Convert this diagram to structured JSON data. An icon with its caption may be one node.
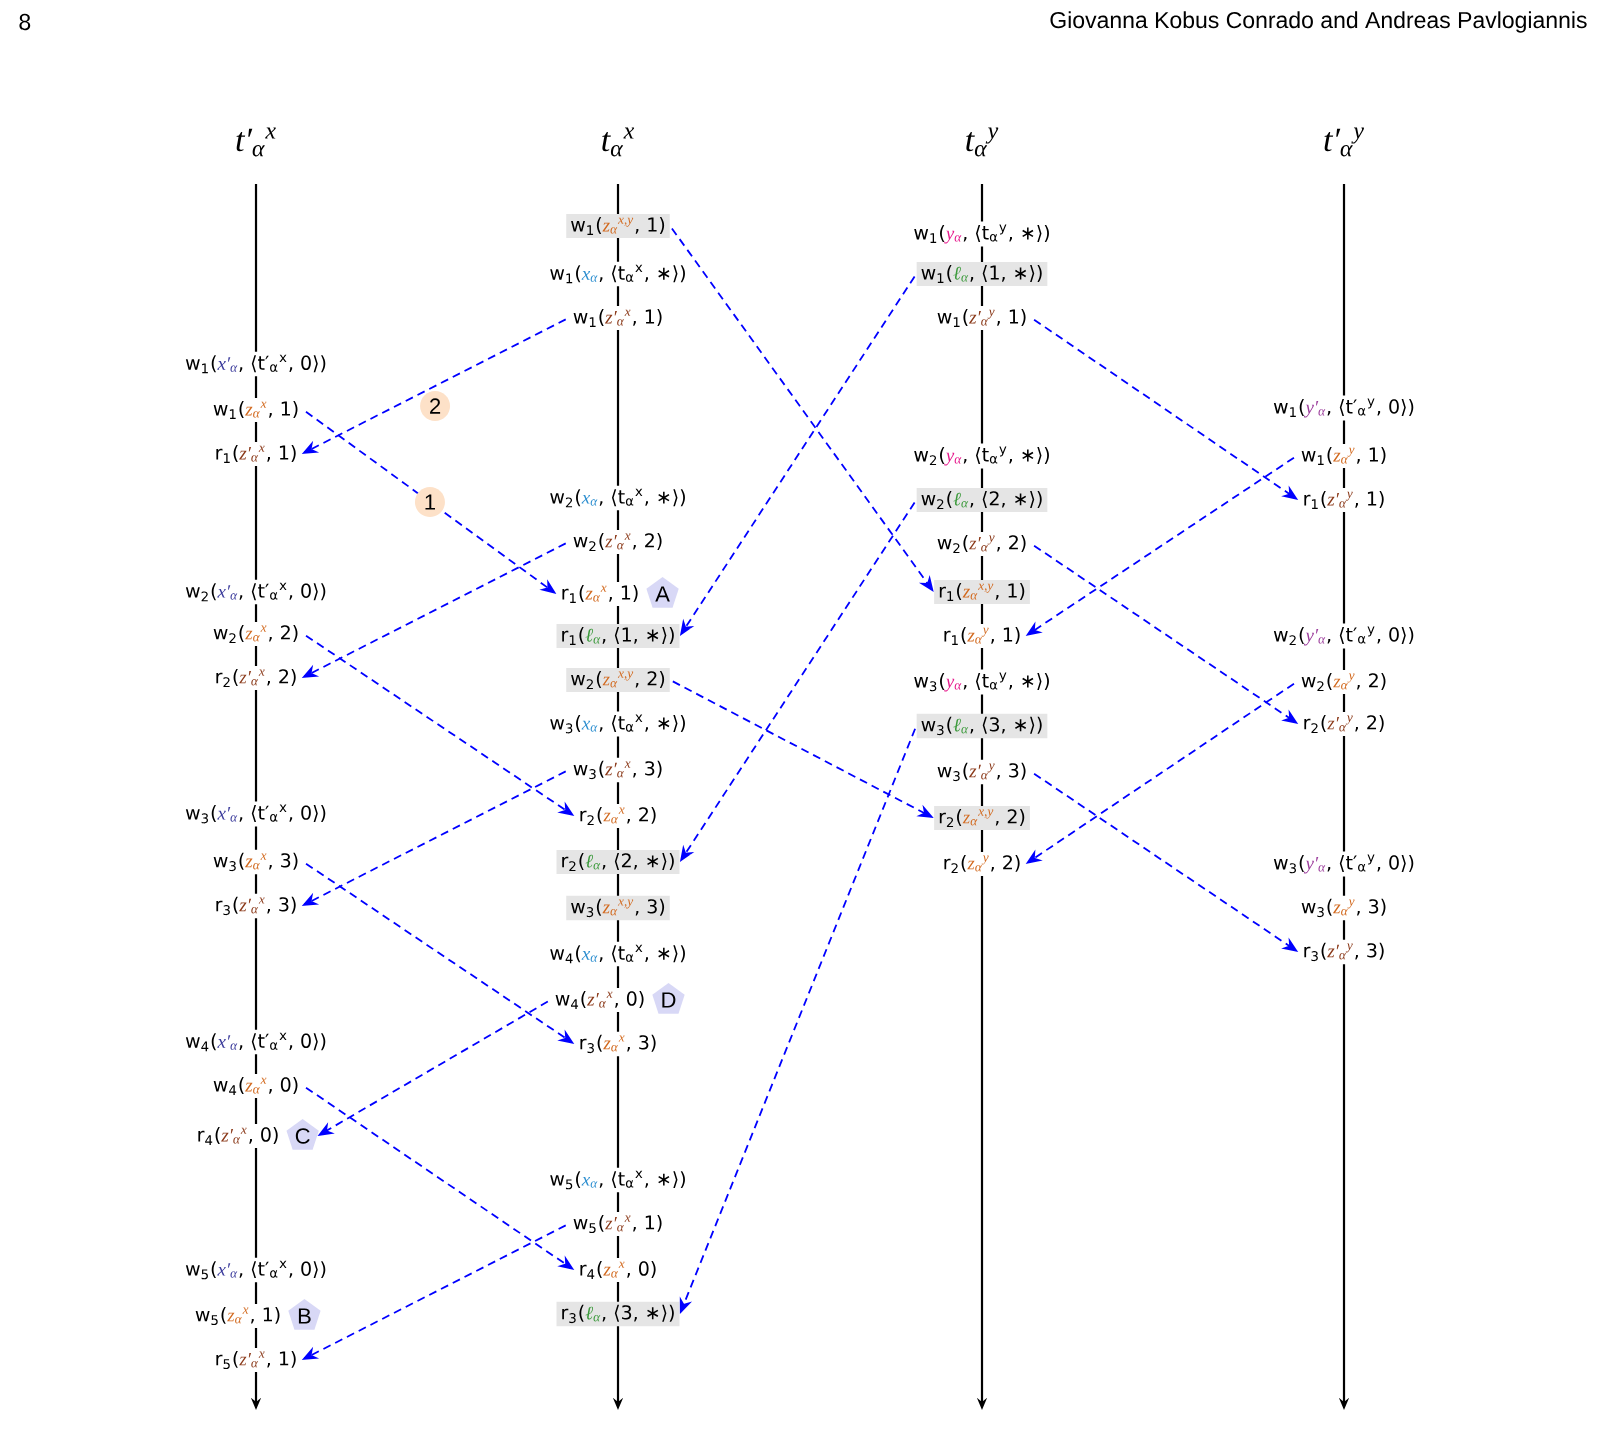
{
  "diagram": {
    "nodes": [
      {
        "text": [
          "w$_{1}$(x′$_{α}$, ⟨t′$_{α}$$^{x}$, 0⟩)"
        ]
      },
      {
        "text": [
          "w$_{1}$(z$_{α}$$^{x}$, 1)"
        ]
      },
      {
        "text": [
          "r$_{1}$(z′$_{α}$$^{x}$, 1)"
        ]
      },
      {
        "text": [
          "w$_{2}$(x′$_{α}$, ⟨t′$_{α}$$^{x}$, 0⟩)"
        ]
      },
      {
        "text": [
          "w$_{2}$(z$_{α}$$^{x}$, 2)"
        ]
      },
      {
        "text": [
          "r$_{2}$(z′$_{α}$$^{x}$, 2)"
        ]
      },
      {
        "text": [
          "w$_{3}$(x′$_{α}$, ⟨t′$_{α}$$^{x}$, 0⟩)"
        ]
      },
      {
        "text": [
          "w$_{3}$(z$_{α}$$^{x}$, 3)"
        ]
      },
      {
        "text": [
          "r$_{3}$(z′$_{α}$$^{x}$, 3)"
        ]
      },
      {
        "text": [
          "w$_{4}$(x′$_{α}$, ⟨t′$_{α}$$^{x}$, 0⟩)"
        ]
      },
      {
        "text": [
          "w$_{4}$(z$_{α}$$^{x}$, 0)"
        ]
      },
      {
        "text": [
          "r$_{4}$(z′$_{α}$$^{x}$, 0)"
        ],
        "beside": [
          "C"
        ]
      },
      {
        "text": [
          "w$_{5}$(x′$_{α}$, ⟨t′$_{α}$$^{x}$, 0⟩)"
        ]
      },
      {
        "text": [
          "w$_{5}$(z$_{α}$$^{x}$, 1)"
        ],
        "beside": [
          "B"
        ]
      },
      {
        "text": [
          "r$_{5}$(z′$_{α}$$^{x}$, 1)"
        ]
      },
      {
        "text": [
          "w$_{1}$(z$_{α}$$^{x,y}$, 1)"
        ]
      },
      {
        "text": [
          "w$_{1}$(x$_{α}$, ⟨t$_{α}$$^{x}$, ∗⟩)"
        ]
      },
      {
        "text": [
          "w$_{1}$(z′$_{α}$$^{x}$, 1)"
        ]
      },
      {
        "text": [
          "w$_{2}$(x$_{α}$, ⟨t$_{α}$$^{x}$, ∗⟩)"
        ]
      },
      {
        "text": [
          "w$_{2}$(z′$_{α}$$^{x}$, 2)"
        ]
      },
      {
        "text": [
          "r$_{1}$(z$_{α}$$^{x}$, 1)"
        ],
        "beside": [
          "A"
        ]
      },
      {
        "text": [
          "r$_{1}$(ℓ$_{α}$, ⟨1, ∗⟩)"
        ]
      },
      {
        "text": [
          "w$_{2}$(z$_{α}$$^{x,y}$, 2)"
        ]
      },
      {
        "text": [
          "w$_{3}$(x$_{α}$, ⟨t$_{α}$$^{x}$, ∗⟩)"
        ]
      },
      {
        "text": [
          "w$_{3}$(z′$_{α}$$^{x}$, 3)"
        ]
      },
      {
        "text": [
          "r$_{2}$(z$_{α}$$^{x}$, 2)"
        ]
      },
      {
        "text": [
          "r$_{2}$(ℓ$_{α}$, ⟨2, ∗⟩)"
        ]
      },
      {
        "text": [
          "w$_{3}$(z$_{α}$$^{x,y}$, 3)"
        ]
      },
      {
        "text": [
          "w$_{4}$(x$_{α}$, ⟨t$_{α}$$^{x}$, ∗⟩)"
        ]
      },
      {
        "text": [
          "w$_{4}$(z′$_{α}$$^{x}$, 0)"
        ],
        "beside": [
          "D"
        ]
      },
      {
        "text": [
          "r$_{3}$(z$_{α}$$^{x}$, 3)"
        ]
      },
      {
        "text": [
          "w$_{5}$(x$_{α}$, ⟨t$_{α}$$^{x}$, ∗⟩)"
        ]
      },
      {
        "text": [
          "w$_{5}$(z′$_{α}$$^{x}$, 1)"
        ]
      },
      {
        "text": [
          "r$_{4}$(z$_{α}$$^{x}$, 0)"
        ]
      },
      {
        "text": [
          "r$_{3}$(ℓ$_{α}$, ⟨3, ∗⟩)"
        ]
      },
      {
        "text": [
          "w$_{1}$(y$_{α}$, ⟨t$_{α}$$^{y}$, ∗⟩)"
        ]
      },
      {
        "text": [
          "w$_{1}$(ℓ$_{α}$, ⟨1, ∗⟩)"
        ]
      },
      {
        "text": [
          "w$_{1}$(z′$_{α}$$^{y}$, 1)"
        ]
      },
      {
        "text": [
          "w$_{2}$(y$_{α}$, ⟨t$_{α}$$^{y}$, ∗⟩)"
        ]
      },
      {
        "text": [
          "w$_{2}$(ℓ$_{α}$, ⟨2, ∗⟩)"
        ]
      },
      {
        "text": [
          "w$_{2}$(z′$_{α}$$^{y}$, 2)"
        ]
      },
      {
        "text": [
          "r$_{1}$(z$_{α}$$^{x,y}$, 1)"
        ]
      },
      {
        "text": [
          "r$_{1}$(z$_{α}$$^{y}$, 1)"
        ]
      },
      {
        "text": [
          "w$_{3}$(y$_{α}$, ⟨t$_{α}$$^{y}$, ∗⟩)"
        ]
      },
      {
        "text": [
          "w$_{3}$(ℓ$_{α}$, ⟨3, ∗⟩)"
        ]
      },
      {
        "text": [
          "w$_{3}$(z′$_{α}$$^{y}$, 3)"
        ]
      },
      {
        "text": [
          "r$_{2}$(z$_{α}$$^{x,y}$, 2)"
        ]
      },
      {
        "text": [
          "r$_{2}$(z$_{α}$$^{y}$, 2)"
        ]
      },
      {
        "text": [
          "w$_{1}$(y′$_{α}$, ⟨t′$_{α}$$^{y}$, 0⟩)"
        ]
      },
      {
        "text": [
          "w$_{1}$(z$_{α}$$^{y}$, 1)"
        ]
      },
      {
        "text": [
          "r$_{1}$(z′$_{α}$$^{y}$, 1)"
        ]
      },
      {
        "text": [
          "w$_{2}$(y′$_{α}$, ⟨t′$_{α}$$^{y}$, 0⟩)"
        ]
      },
      {
        "text": [
          "w$_{2}$(z$_{α}$$^{y}$, 2)"
        ]
      },
      {
        "text": [
          "r$_{2}$(z′$_{α}$$^{y}$, 2)"
        ]
      },
      {
        "text": [
          "w$_{3}$(y′$_{α}$, ⟨t′$_{α}$$^{y}$, 0⟩)"
        ]
      },
      {
        "text": [
          "w$_{3}$(z$_{α}$$^{y}$, 3)"
        ]
      },
      {
        "text": [
          "r$_{3}$(z′$_{α}$$^{y}$, 3)"
        ]
      }
    ],
    "edges": [
      {
        "from": 1,
        "to": 20,
        "arrow": "to",
        "style": "dashed",
        "label": "1"
      },
      {
        "from": 17,
        "to": 2,
        "arrow": "to",
        "style": "dashed",
        "label": "2"
      },
      {
        "from": 4,
        "to": 25,
        "arrow": "to",
        "style": "dashed"
      },
      {
        "from": 19,
        "to": 5,
        "arrow": "to",
        "style": "dashed"
      },
      {
        "from": 7,
        "to": 30,
        "arrow": "to",
        "style": "dashed"
      },
      {
        "from": 24,
        "to": 8,
        "arrow": "to",
        "style": "dashed"
      },
      {
        "from": 10,
        "to": 33,
        "arrow": "to",
        "style": "dashed"
      },
      {
        "from": 29,
        "to": 11,
        "arrow": "to",
        "style": "dashed"
      },
      {
        "from": 32,
        "to": 14,
        "arrow": "to",
        "style": "dashed"
      },
      {
        "from": 15,
        "to": 41,
        "arrow": "to",
        "style": "dashed"
      },
      {
        "from": 36,
        "to": 21,
        "arrow": "to",
        "style": "dashed"
      },
      {
        "from": 22,
        "to": 46,
        "arrow": "to",
        "style": "dashed"
      },
      {
        "from": 39,
        "to": 26,
        "arrow": "to",
        "style": "dashed"
      },
      {
        "from": 44,
        "to": 34,
        "arrow": "to",
        "style": "dashed"
      },
      {
        "from": 37,
        "to": 50,
        "arrow": "to",
        "style": "dashed"
      },
      {
        "from": 49,
        "to": 42,
        "arrow": "to",
        "style": "dashed"
      },
      {
        "from": 40,
        "to": 53,
        "arrow": "to",
        "style": "dashed"
      },
      {
        "from": 52,
        "to": 47,
        "arrow": "to",
        "style": "dashed"
      },
      {
        "from": 45,
        "to": 56,
        "arrow": "to",
        "style": "dashed"
      }
    ],
    "labels": [
      "8",
      "Giovanna Kobus Conrado and Andreas Pavlogiannis",
      "t′$_{α}$$^{x}$",
      "t$_{α}$$^{x}$",
      "t$_{α}$$^{y}$",
      "t′$_{α}$$^{y}$"
    ]
  }
}
